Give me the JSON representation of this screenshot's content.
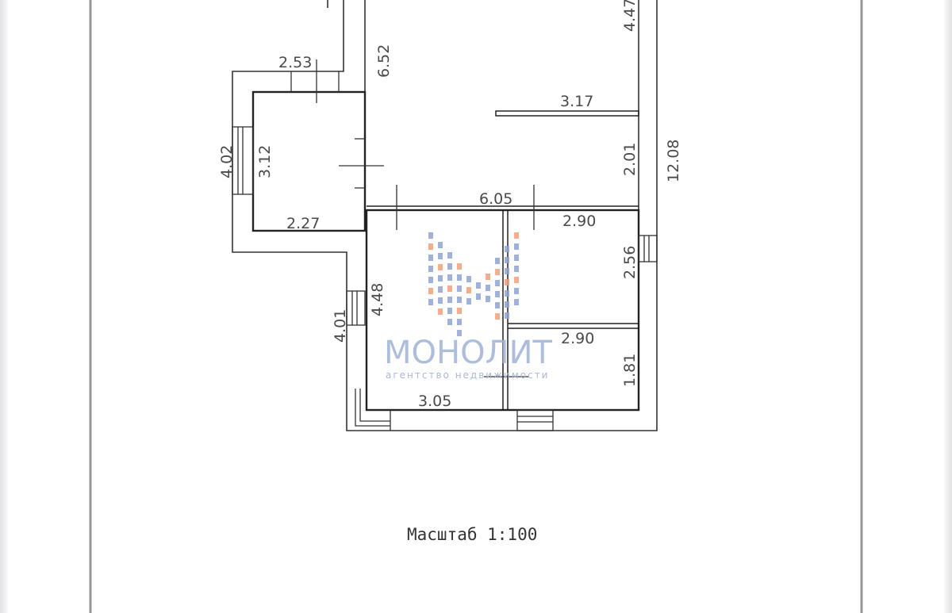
{
  "plan": {
    "dimensions": [
      "4.47",
      "6.52",
      "2.53",
      "3.17",
      "4.02",
      "3.12",
      "2.01",
      "12.08",
      "6.05",
      "2.27",
      "2.90",
      "2.56",
      "4.48",
      "4.01",
      "2.90",
      "1.81",
      "3.05"
    ],
    "scale_label": "Масштаб 1:100"
  },
  "watermark": {
    "brand": "МОНОЛИТ",
    "tagline": "агентство недвижимости",
    "colors": {
      "blue": "#8fa4d0",
      "orange": "#f0a07a"
    }
  }
}
